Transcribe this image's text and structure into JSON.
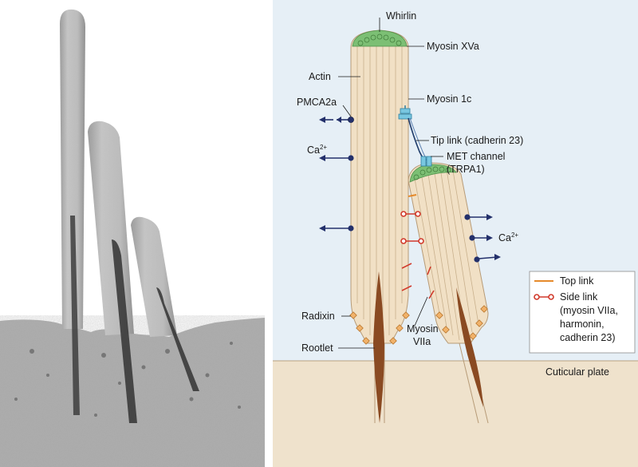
{
  "labels": {
    "whirlin": "Whirlin",
    "myosin_xva": "Myosin XVa",
    "actin": "Actin",
    "myosin_1c": "Myosin 1c",
    "pmca2a": "PMCA2a",
    "tip_link": "Tip link (cadherin 23)",
    "ca_left": "Ca",
    "ca_right": "Ca",
    "ca_sup": "2+",
    "met_channel_1": "MET channel",
    "met_channel_2": "(TRPA1)",
    "radixin": "Radixin",
    "rootlet": "Rootlet",
    "myosin_viia_1": "Myosin",
    "myosin_viia_2": "VIIa",
    "cuticular_plate": "Cuticular plate"
  },
  "legend": {
    "top_link": "Top link",
    "side_link_1": "Side link",
    "side_link_2": "(myosin VIIa,",
    "side_link_3": "harmonin,",
    "side_link_4": "cadherin 23)"
  },
  "colors": {
    "background_blue": "#e6eff6",
    "cuticular_plate": "#efe2cc",
    "stereocilium_fill": "#f1e0c5",
    "stereocilium_stroke": "#b79b77",
    "rootlet": "#8a4a22",
    "tip_density": "#7cbf74",
    "channel_blue": "#79c7e0",
    "pump_navy": "#23306b",
    "side_link_red": "#d1392b",
    "top_link_orange": "#e58a2b",
    "radixin_orange": "#f1b26a"
  },
  "icons": {
    "pump": "pmca2a-pump-icon",
    "arrow": "ca-efflux-arrow-icon",
    "side_link": "side-link-icon",
    "radixin": "radixin-diamond-icon"
  }
}
